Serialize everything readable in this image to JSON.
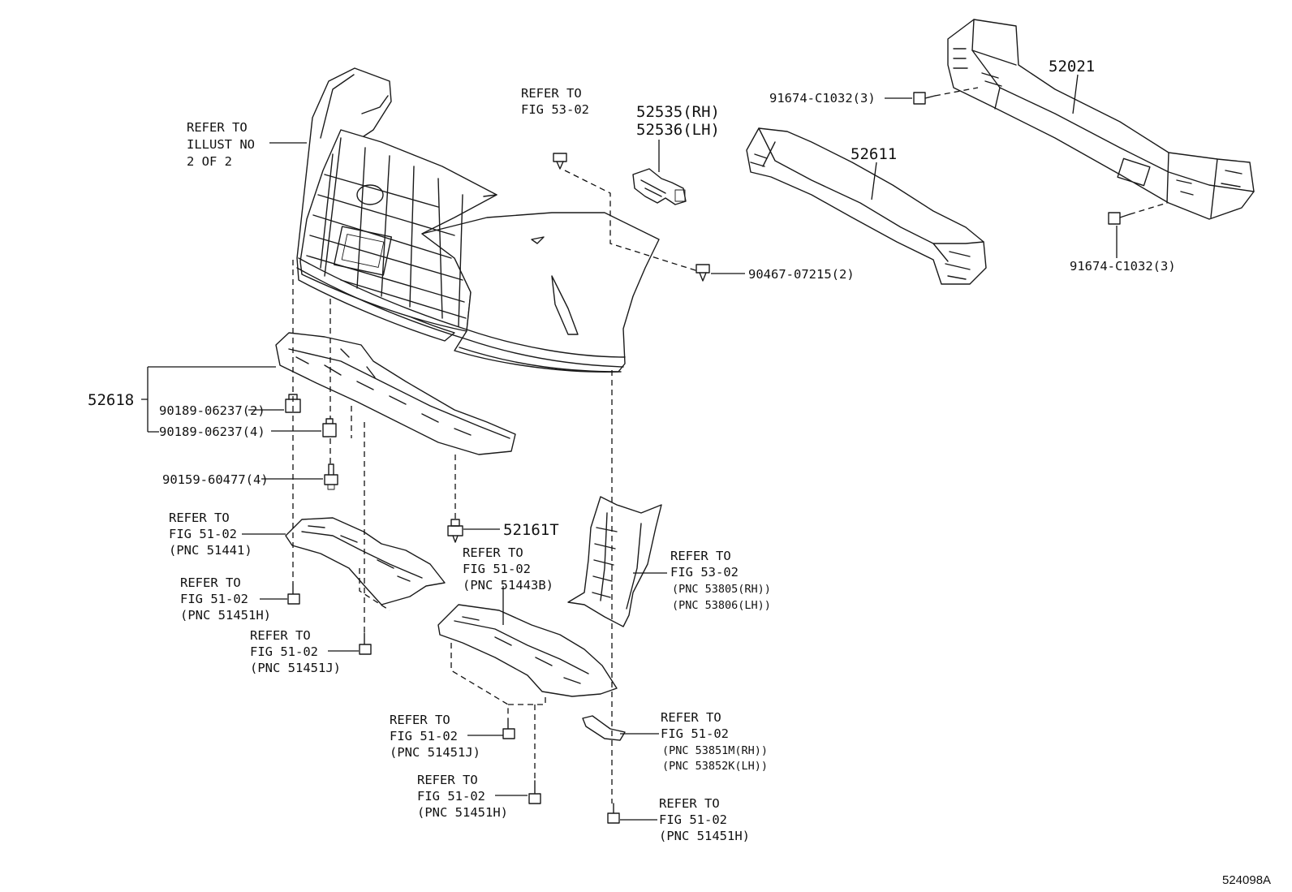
{
  "figure_id": "524098A",
  "labels": {
    "refer_illust": [
      "REFER TO",
      "ILLUST NO",
      "2 OF 2"
    ],
    "refer_fig5302_top": [
      "REFER TO",
      "FIG 53-02"
    ],
    "part_52535": "52535(RH)",
    "part_52536": "52536(LH)",
    "part_52021": "52021",
    "part_52611": "52611",
    "bolt_91674_top": "91674-C1032(3)",
    "bolt_91674_right": "91674-C1032(3)",
    "clip_90467": "90467-07215(2)",
    "part_52618": "52618",
    "nut_90189_a": "90189-06237(2)",
    "nut_90189_b": "90189-06237(4)",
    "bolt_90159": "90159-60477(4)",
    "part_52161T": "52161T",
    "refer_51441": [
      "REFER TO",
      "FIG 51-02",
      "(PNC 51441)"
    ],
    "refer_51451H_left": [
      "REFER TO",
      "FIG 51-02",
      "(PNC 51451H)"
    ],
    "refer_51451J_left": [
      "REFER TO",
      "FIG 51-02",
      "(PNC 51451J)"
    ],
    "refer_51443B": [
      "REFER TO",
      "FIG 51-02",
      "(PNC 51443B)"
    ],
    "refer_5380x": [
      "REFER TO",
      "FIG 53-02",
      "(PNC 53805(RH))",
      "(PNC 53806(LH))"
    ],
    "refer_51451J_mid": [
      "REFER TO",
      "FIG 51-02",
      "(PNC 51451J)"
    ],
    "refer_5385x": [
      "REFER TO",
      "FIG 51-02",
      "(PNC 53851M(RH))",
      "(PNC 53852K(LH))"
    ],
    "refer_51451H_mid": [
      "REFER TO",
      "FIG 51-02",
      "(PNC 51451H)"
    ],
    "refer_51451H_right": [
      "REFER TO",
      "FIG 51-02",
      "(PNC 51451H)"
    ]
  }
}
